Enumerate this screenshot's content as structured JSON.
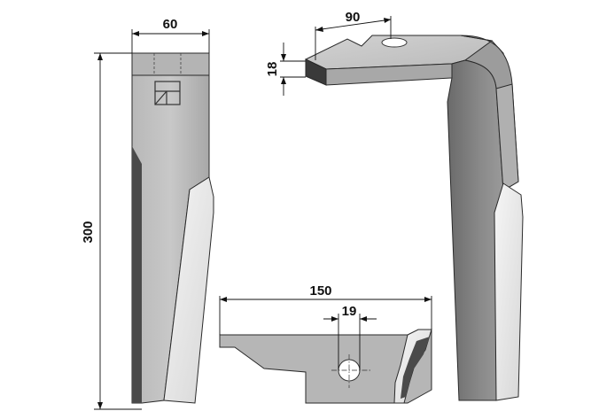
{
  "dimensions": {
    "width_top": "60",
    "height_total": "300",
    "thickness": "18",
    "hole_offset": "90",
    "length_flange": "150",
    "hole_diameter": "19"
  },
  "colors": {
    "blade_light": "#cfcfcf",
    "blade_mid": "#a9a9a9",
    "blade_dark": "#5a5a5a",
    "edge_highlight": "#eeeeee",
    "ink": "#111111"
  }
}
